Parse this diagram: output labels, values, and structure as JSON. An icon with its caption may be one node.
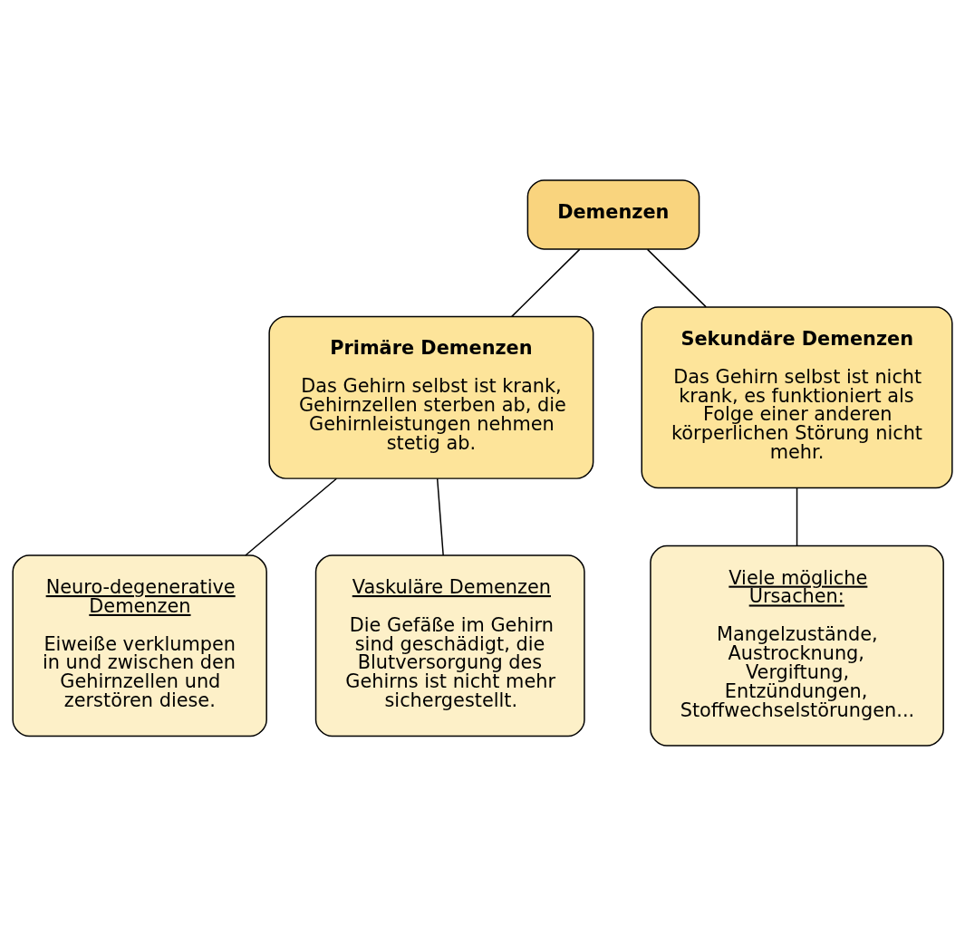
{
  "diagram": {
    "nodes": [
      {
        "text": [
          "Demenzen"
        ]
      },
      {
        "text": [
          "Primäre Demenzen",
          "Das Gehirn selbst ist krank, Gehirnzellen sterben ab, die Gehirnleistungen nehmen stetig ab."
        ]
      },
      {
        "text": [
          "Sekundäre Demenzen",
          "Das Gehirn selbst ist nicht krank, es funktioniert als Folge einer anderen körperlichen Störung nicht mehr."
        ]
      },
      {
        "text": [
          "Neuro-degenerative Demenzen",
          "Eiweiße verklumpen in und zwischen den Gehirnzellen und zerstören diese."
        ]
      },
      {
        "text": [
          "Vaskuläre Demenzen",
          "Die Gefäße im Gehirn sind geschädigt, die Blutversorgung des Gehirns ist nicht mehr sichergestellt."
        ]
      },
      {
        "text": [
          "Viele mögliche Ursachen:",
          "Mangelzustände, Austrocknung, Vergiftung, Entzündungen, Stoffwechselstörungen..."
        ]
      }
    ],
    "edges": [
      {
        "from": 0,
        "to": 1,
        "arrow": "none"
      },
      {
        "from": 0,
        "to": 2,
        "arrow": "none"
      },
      {
        "from": 1,
        "to": 3,
        "arrow": "none"
      },
      {
        "from": 1,
        "to": 4,
        "arrow": "none"
      },
      {
        "from": 2,
        "to": 5,
        "arrow": "none"
      }
    ]
  }
}
